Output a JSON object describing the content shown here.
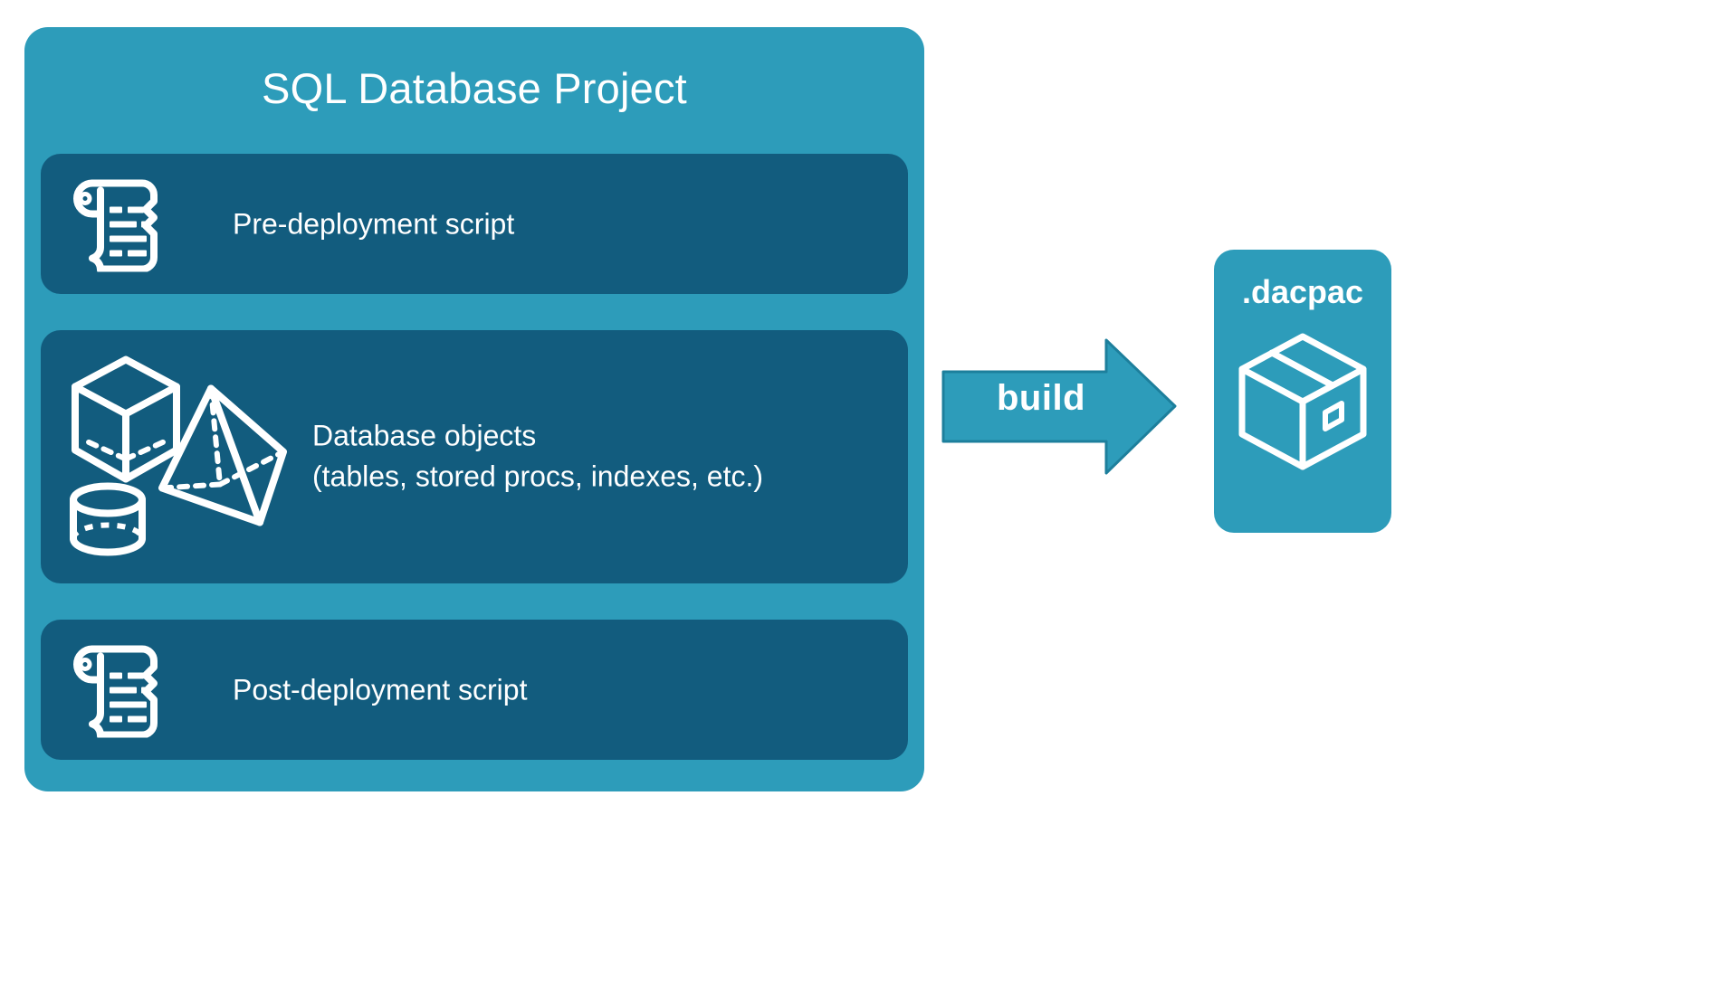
{
  "diagram": {
    "title": "SQL Database Project build to dacpac",
    "background_color": "#ffffff"
  },
  "colors": {
    "card_teal": "#2d9cba",
    "row_dark_blue": "#125c7e",
    "text_white": "#ffffff",
    "arrow_teal": "#2d9cba",
    "arrow_border": "#1d7f9c"
  },
  "project": {
    "title": "SQL Database Project",
    "rows": [
      {
        "id": "pre-deployment",
        "icon": "scroll-icon",
        "label": "Pre-deployment script"
      },
      {
        "id": "database-objects",
        "icon": "three-d-shapes-icon",
        "label": "Database objects\n(tables, stored procs, indexes, etc.)"
      },
      {
        "id": "post-deployment",
        "icon": "scroll-icon",
        "label": "Post-deployment script"
      }
    ]
  },
  "arrow": {
    "label": "build",
    "direction": "right",
    "icon": "arrow-right-icon"
  },
  "output": {
    "title": ".dacpac",
    "icon": "package-box-icon"
  }
}
